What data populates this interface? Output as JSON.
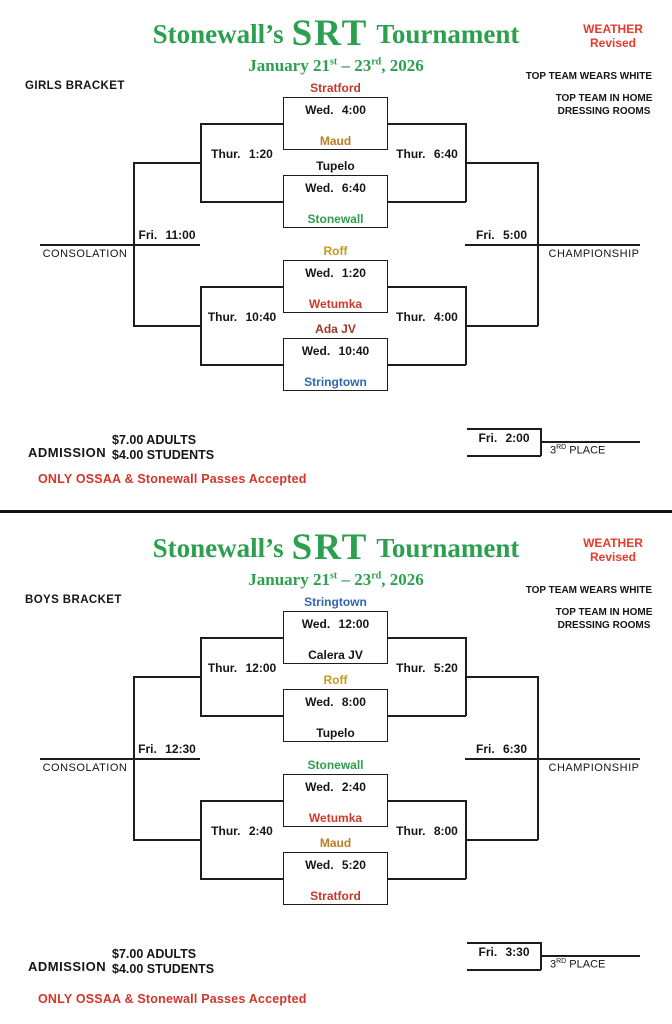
{
  "header": {
    "title_script": "Stonewall’s",
    "title_srt": "SRT",
    "title_rest": "Tournament",
    "subtitle": {
      "p1": "January 21",
      "s1": "st",
      "p2": " – 23",
      "s2": "rd",
      "p3": ", 2026"
    },
    "weather": {
      "line1": "WEATHER",
      "line2": "Revised"
    },
    "note_top": "TOP TEAM WEARS WHITE",
    "note_mid1": "TOP TEAM IN HOME",
    "note_mid2": "DRESSING ROOMS"
  },
  "colors": {
    "title_green": "#2ca04e",
    "weather_red": "#e8392b",
    "passes_red": "#d53529"
  },
  "admission": {
    "label": "ADMISSION",
    "adults": "$7.00 ADULTS",
    "students": "$4.00 STUDENTS"
  },
  "passes_note": "ONLY OSSAA & Stonewall Passes Accepted",
  "consolation_label": "CONSOLATION",
  "championship_label": "CHAMPIONSHIP",
  "third_place_label": {
    "pre": "3",
    "sup": "RD",
    "post": " PLACE"
  },
  "brackets": [
    {
      "label": "GIRLS BRACKET",
      "games": [
        {
          "team1": "Stratford",
          "team1_color": "#c13a2c",
          "time": "Wed. 4:00",
          "team2": "Maud",
          "team2_color": "#bf7b25"
        },
        {
          "team1": "Tupelo",
          "team1_color": "#141414",
          "time": "Wed. 6:40",
          "team2": "Stonewall",
          "team2_color": "#2e9e4c"
        },
        {
          "team1": "Roff",
          "team1_color": "#c29a20",
          "time": "Wed. 1:20",
          "team2": "Wetumka",
          "team2_color": "#cd3a2c"
        },
        {
          "team1": "Ada JV",
          "team1_color": "#a23428",
          "time": "Wed. 10:40",
          "team2": "Stringtown",
          "team2_color": "#2f67b1"
        }
      ],
      "round2": {
        "left_top": "Thur. 1:20",
        "right_top": "Thur. 6:40",
        "left_bottom": "Thur. 10:40",
        "right_bottom": "Thur. 4:00"
      },
      "consolation_time": "Fri. 11:00",
      "championship_time": "Fri. 5:00",
      "third_place_time": "Fri. 2:00"
    },
    {
      "label": "BOYS BRACKET",
      "games": [
        {
          "team1": "Stringtown",
          "team1_color": "#2f67b1",
          "time": "Wed. 12:00",
          "team2": "Calera JV",
          "team2_color": "#141414"
        },
        {
          "team1": "Roff",
          "team1_color": "#c29a20",
          "time": "Wed. 8:00",
          "team2": "Tupelo",
          "team2_color": "#141414"
        },
        {
          "team1": "Stonewall",
          "team1_color": "#2e9e4c",
          "time": "Wed. 2:40",
          "team2": "Wetumka",
          "team2_color": "#cd3a2c"
        },
        {
          "team1": "Maud",
          "team1_color": "#bf7b25",
          "time": "Wed. 5:20",
          "team2": "Stratford",
          "team2_color": "#c13a2c"
        }
      ],
      "round2": {
        "left_top": "Thur. 12:00",
        "right_top": "Thur. 5:20",
        "left_bottom": "Thur. 2:40",
        "right_bottom": "Thur. 8:00"
      },
      "consolation_time": "Fri. 12:30",
      "championship_time": "Fri. 6:30",
      "third_place_time": "Fri. 3:30"
    }
  ]
}
